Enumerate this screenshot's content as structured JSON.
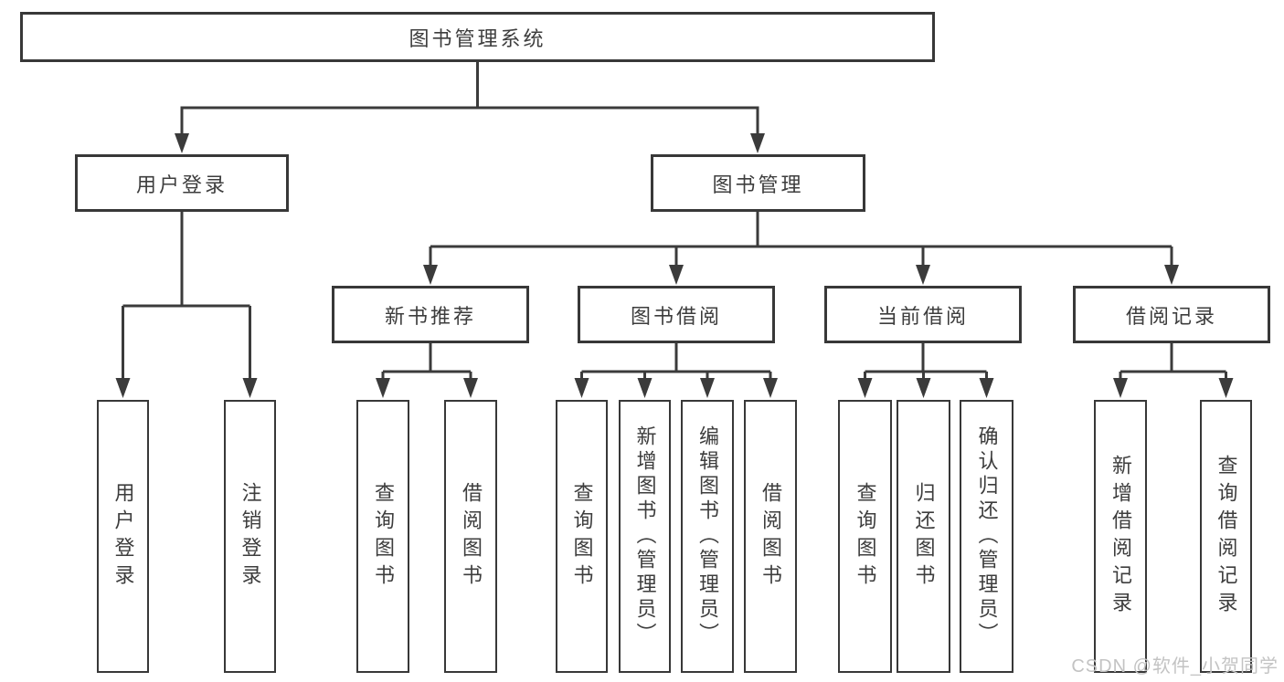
{
  "tree": {
    "root": {
      "label": "图书管理系统"
    },
    "branches": [
      {
        "label": "用户登录",
        "children": [
          {
            "label": "用户登录"
          },
          {
            "label": "注销登录"
          }
        ]
      },
      {
        "label": "图书管理",
        "children": [
          {
            "label": "新书推荐",
            "children": [
              {
                "label": "查询图书"
              },
              {
                "label": "借阅图书"
              }
            ]
          },
          {
            "label": "图书借阅",
            "children": [
              {
                "label": "查询图书"
              },
              {
                "label": "新增图书（管理员）"
              },
              {
                "label": "编辑图书（管理员）"
              },
              {
                "label": "借阅图书"
              }
            ]
          },
          {
            "label": "当前借阅",
            "children": [
              {
                "label": "查询图书"
              },
              {
                "label": "归还图书"
              },
              {
                "label": "确认归还（管理员）"
              }
            ]
          },
          {
            "label": "借阅记录",
            "children": [
              {
                "label": "新增借阅记录"
              },
              {
                "label": "查询借阅记录"
              }
            ]
          }
        ]
      }
    ]
  },
  "watermark": {
    "text": "CSDN @软件_小贺同学"
  },
  "colors": {
    "line": "#3b3b3b",
    "box_border": "#383838",
    "text": "#3d3d3d",
    "watermark": "#c3c3c3",
    "background": "#ffffff"
  }
}
